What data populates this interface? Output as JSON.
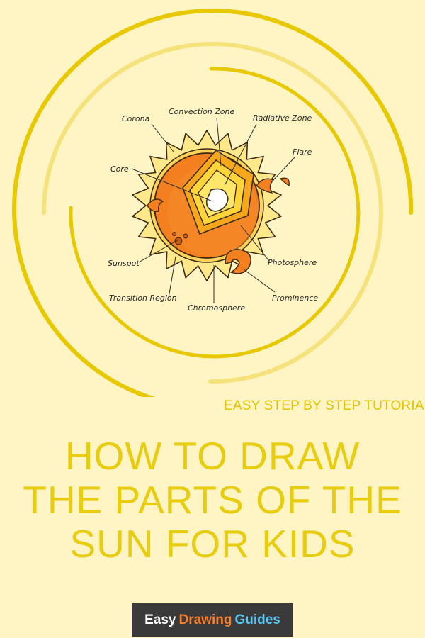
{
  "diagram": {
    "labels": {
      "corona": "Corona",
      "convection_zone": "Convection Zone",
      "radiative_zone": "Radiative Zone",
      "flare": "Flare",
      "core": "Core",
      "sunspot": "Sunspot",
      "photosphere": "Photosphere",
      "transition_region": "Transition Region",
      "chromosphere": "Chromosphere",
      "prominence": "Prominence"
    }
  },
  "subtitle": "EASY STEP BY STEP TUTORIAL",
  "title_lines": [
    "HOW TO DRAW",
    "THE PARTS OF THE",
    "SUN FOR KIDS"
  ],
  "logo": {
    "word1": "Easy",
    "word2": "Drawing",
    "word3": "Guides"
  },
  "colors": {
    "background": "#fff4c4",
    "ring_dark": "#e8c800",
    "ring_light": "#f5e27a",
    "title": "#e8cc10",
    "sun_orange": "#f37f1f",
    "corona_yellow": "#ffe88a",
    "logo_bg": "#3a3a3a"
  }
}
